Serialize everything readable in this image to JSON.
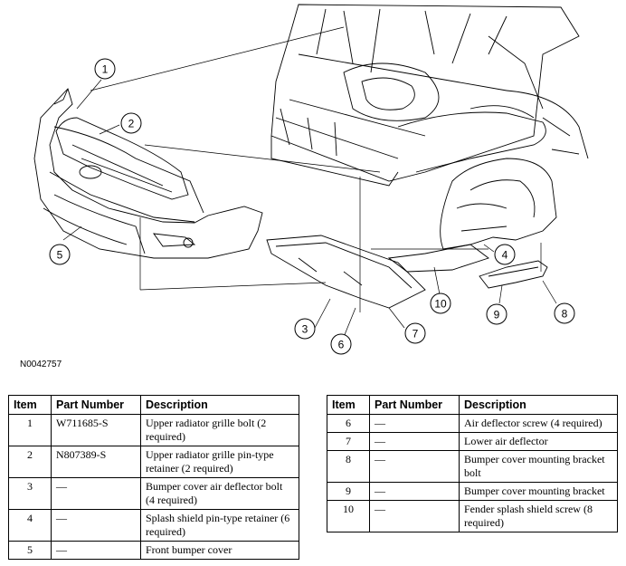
{
  "figure_id": "N0042757",
  "callouts": [
    "1",
    "2",
    "3",
    "4",
    "5",
    "6",
    "7",
    "8",
    "9",
    "10"
  ],
  "table_headers": {
    "item": "Item",
    "part_number": "Part Number",
    "description": "Description"
  },
  "table_left": [
    {
      "item": "1",
      "part": "W711685-S",
      "desc": "Upper radiator grille bolt (2 required)"
    },
    {
      "item": "2",
      "part": "N807389-S",
      "desc": "Upper radiator grille pin-type retainer (2 required)"
    },
    {
      "item": "3",
      "part": "—",
      "desc": "Bumper cover air deflector bolt (4 required)"
    },
    {
      "item": "4",
      "part": "—",
      "desc": "Splash shield pin-type retainer (6 required)"
    },
    {
      "item": "5",
      "part": "—",
      "desc": "Front bumper cover"
    }
  ],
  "table_right": [
    {
      "item": "6",
      "part": "—",
      "desc": "Air deflector screw (4 required)"
    },
    {
      "item": "7",
      "part": "—",
      "desc": "Lower air deflector"
    },
    {
      "item": "8",
      "part": "—",
      "desc": "Bumper cover mounting bracket bolt"
    },
    {
      "item": "9",
      "part": "—",
      "desc": "Bumper cover mounting bracket"
    },
    {
      "item": "10",
      "part": "—",
      "desc": "Fender splash shield screw (8 required)"
    }
  ]
}
